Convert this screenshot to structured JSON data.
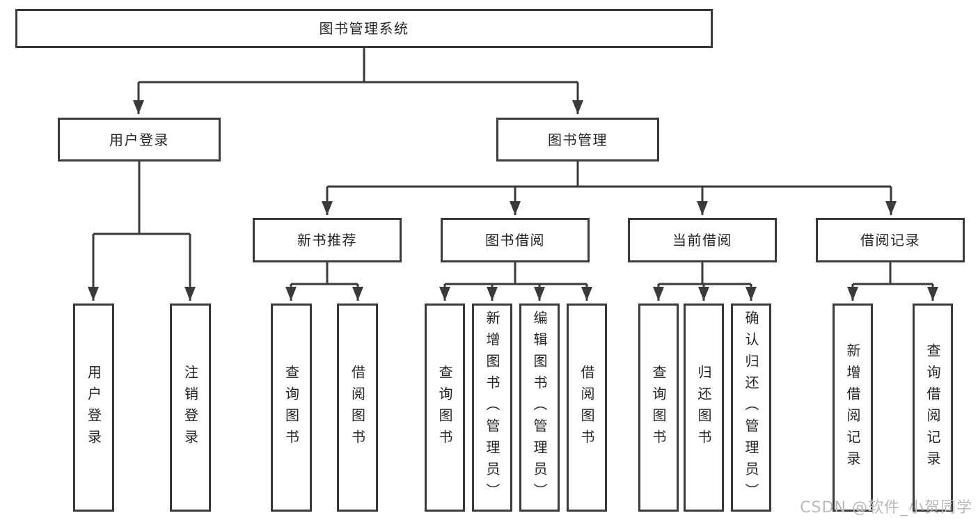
{
  "tree": {
    "label": "图书管理系统",
    "children": [
      {
        "label": "用户登录",
        "children": [
          {
            "label": "用户登录"
          },
          {
            "label": "注销登录"
          }
        ]
      },
      {
        "label": "图书管理",
        "children": [
          {
            "label": "新书推荐",
            "children": [
              {
                "label": "查询图书"
              },
              {
                "label": "借阅图书"
              }
            ]
          },
          {
            "label": "图书借阅",
            "children": [
              {
                "label": "查询图书"
              },
              {
                "label": "新增图书（管理员）"
              },
              {
                "label": "编辑图书（管理员）"
              },
              {
                "label": "借阅图书"
              }
            ]
          },
          {
            "label": "当前借阅",
            "children": [
              {
                "label": "查询图书"
              },
              {
                "label": "归还图书"
              },
              {
                "label": "确认归还（管理员）"
              }
            ]
          },
          {
            "label": "借阅记录",
            "children": [
              {
                "label": "新增借阅记录"
              },
              {
                "label": "查询借阅记录"
              }
            ]
          }
        ]
      }
    ]
  },
  "watermark": {
    "text": "CSDN @软件_小贺同学",
    "color": "#b9b9b9"
  },
  "colors": {
    "line": "#3a3a3a",
    "box_border": "#3a3a3a",
    "text": "#262626",
    "background": "#ffffff"
  }
}
